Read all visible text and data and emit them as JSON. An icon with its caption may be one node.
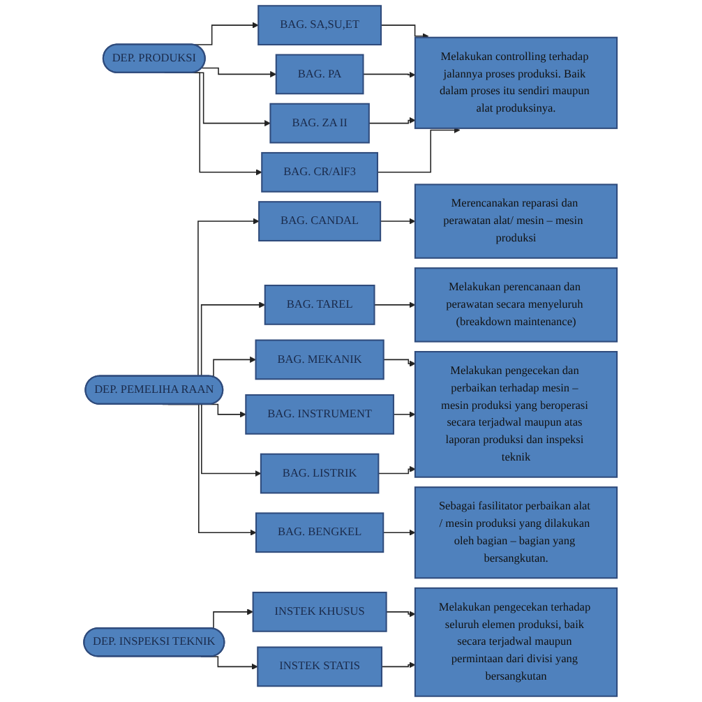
{
  "diagram": {
    "nodes": [
      {
        "text": [
          "DEP. PRODUKSI"
        ]
      },
      {
        "text": [
          "BAG. SA,SU,ET"
        ]
      },
      {
        "text": [
          "BAG. PA"
        ]
      },
      {
        "text": [
          "BAG. ZA II"
        ]
      },
      {
        "text": [
          "BAG. CR/AlF3"
        ]
      },
      {
        "text": [
          "Melakukan controlling terhadap jalannya proses produksi. Baik dalam proses itu sendiri maupun alat produksinya."
        ]
      },
      {
        "text": [
          "DEP. PEMELIHA RAAN"
        ]
      },
      {
        "text": [
          "BAG. CANDAL"
        ]
      },
      {
        "text": [
          "BAG. TAREL"
        ]
      },
      {
        "text": [
          "BAG. MEKANIK"
        ]
      },
      {
        "text": [
          "BAG. INSTRUMENT"
        ]
      },
      {
        "text": [
          "BAG. LISTRIK"
        ]
      },
      {
        "text": [
          "BAG. BENGKEL"
        ]
      },
      {
        "text": [
          "Merencanakan reparasi dan perawatan alat/ mesin – mesin  produksi"
        ]
      },
      {
        "text": [
          "Melakukan perencanaan dan perawatan secara menyeluruh (breakdown maintenance)"
        ]
      },
      {
        "text": [
          "Melakukan pengecekan dan perbaikan terhadap mesin – mesin produksi yang beroperasi secara terjadwal maupun atas laporan produksi dan inspeksi teknik"
        ]
      },
      {
        "text": [
          "Sebagai fasilitator perbaikan alat / mesin produksi yang dilakukan oleh bagian – bagian yang bersangkutan."
        ]
      },
      {
        "text": [
          "DEP. INSPEKSI TEKNIK"
        ]
      },
      {
        "text": [
          "INSTEK KHUSUS"
        ]
      },
      {
        "text": [
          "INSTEK STATIS"
        ]
      },
      {
        "text": [
          "Melakukan pengecekan terhadap seluruh elemen produksi, baik secara terjadwal maupun permintaan dari divisi yang bersangkutan"
        ]
      }
    ],
    "edges": [
      {
        "from": 0,
        "to": 1,
        "arrow": "to"
      },
      {
        "from": 0,
        "to": 2,
        "arrow": "to"
      },
      {
        "from": 0,
        "to": 3,
        "arrow": "to"
      },
      {
        "from": 0,
        "to": 4,
        "arrow": "to"
      },
      {
        "from": 1,
        "to": 5,
        "arrow": "to"
      },
      {
        "from": 2,
        "to": 5,
        "arrow": "to"
      },
      {
        "from": 3,
        "to": 5,
        "arrow": "to"
      },
      {
        "from": 4,
        "to": 5,
        "arrow": "to"
      },
      {
        "from": 6,
        "to": 7,
        "arrow": "to"
      },
      {
        "from": 6,
        "to": 8,
        "arrow": "to"
      },
      {
        "from": 6,
        "to": 9,
        "arrow": "to"
      },
      {
        "from": 6,
        "to": 10,
        "arrow": "to"
      },
      {
        "from": 6,
        "to": 11,
        "arrow": "to"
      },
      {
        "from": 6,
        "to": 12,
        "arrow": "to"
      },
      {
        "from": 7,
        "to": 13,
        "arrow": "to"
      },
      {
        "from": 8,
        "to": 14,
        "arrow": "to"
      },
      {
        "from": 9,
        "to": 15,
        "arrow": "to"
      },
      {
        "from": 10,
        "to": 15,
        "arrow": "to"
      },
      {
        "from": 11,
        "to": 15,
        "arrow": "to"
      },
      {
        "from": 12,
        "to": 16,
        "arrow": "to"
      },
      {
        "from": 17,
        "to": 18,
        "arrow": "to"
      },
      {
        "from": 17,
        "to": 19,
        "arrow": "to"
      },
      {
        "from": 18,
        "to": 20,
        "arrow": "to"
      },
      {
        "from": 19,
        "to": 20,
        "arrow": "to"
      }
    ]
  }
}
